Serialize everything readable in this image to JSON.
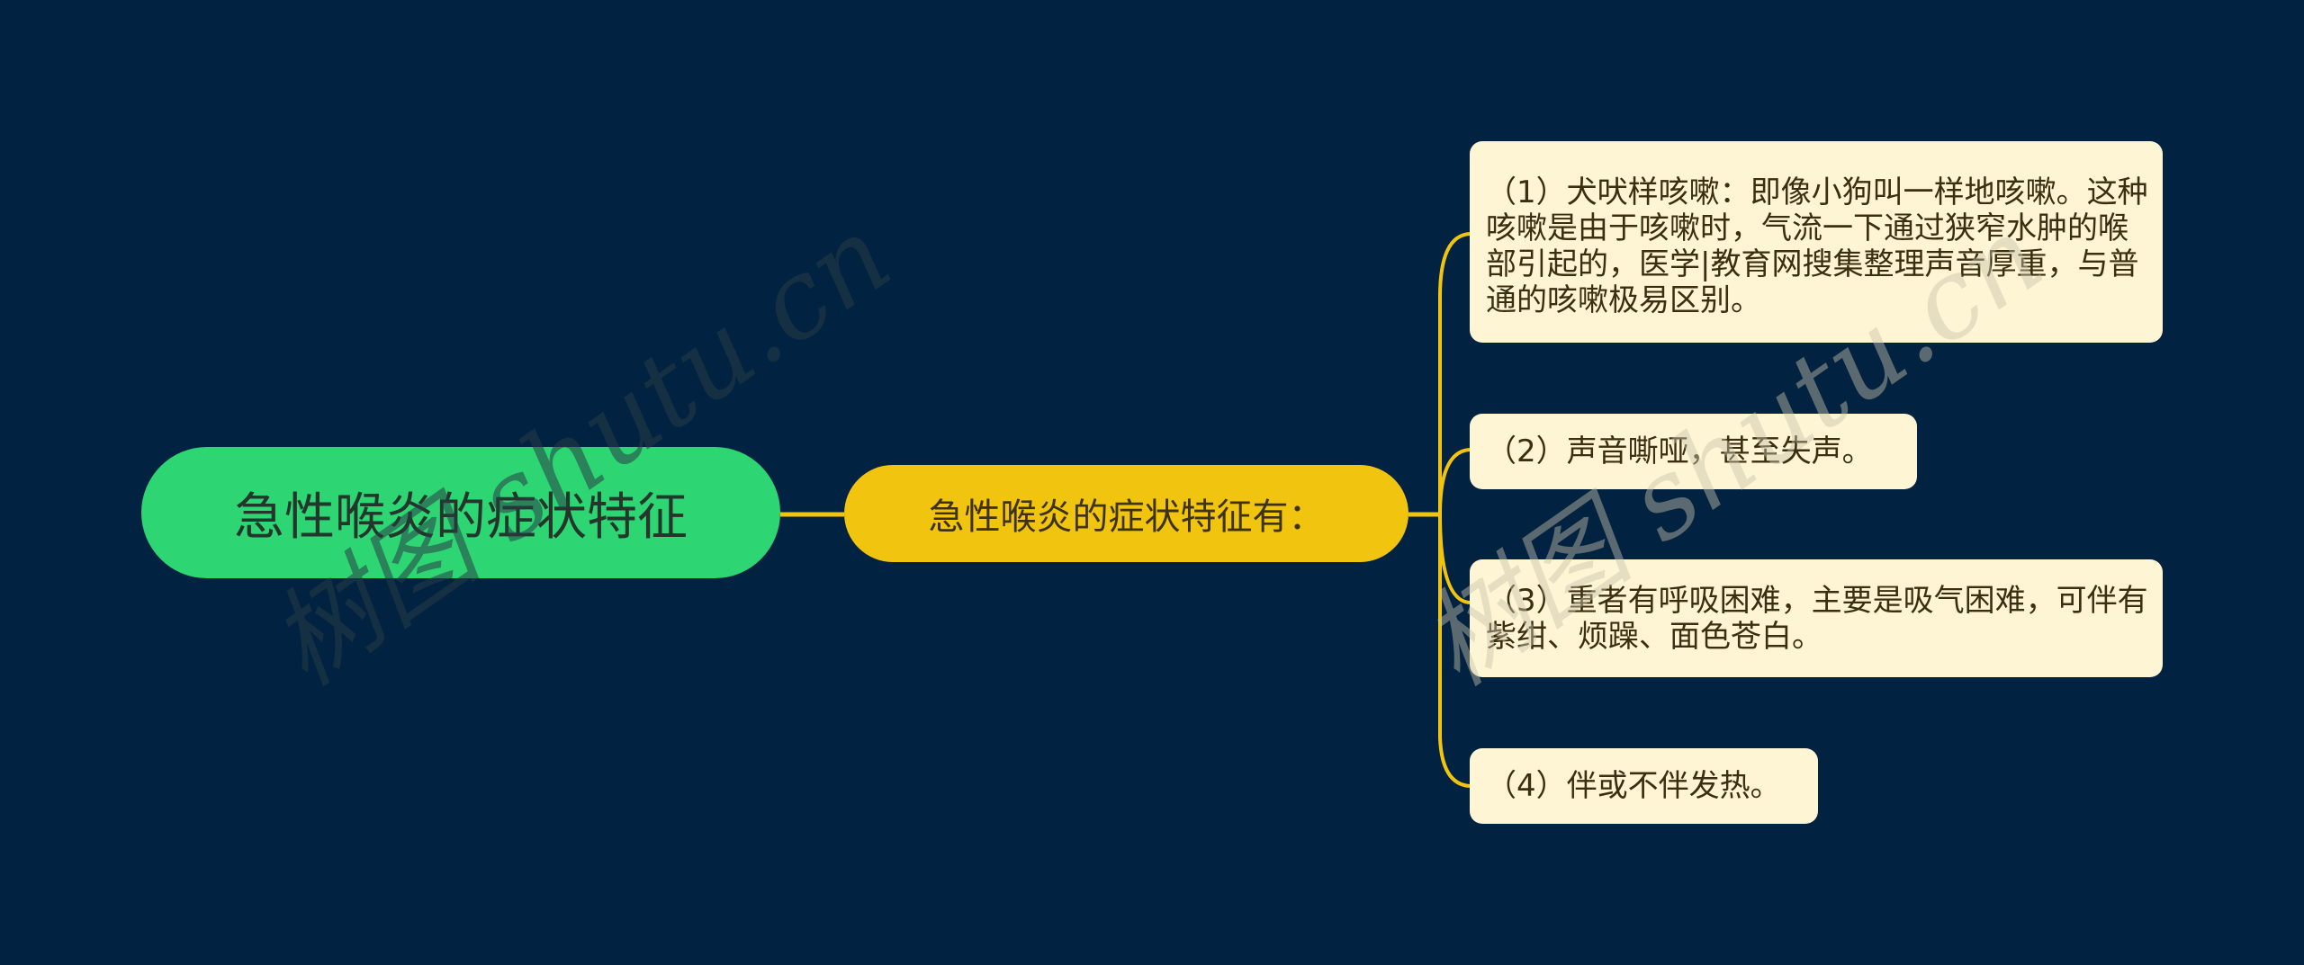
{
  "colors": {
    "background": "#012240",
    "root_fill": "#2ED573",
    "mid_fill": "#F1C40F",
    "leaf_fill": "#FDF5D3",
    "connector": "#F1C40F"
  },
  "mindmap": {
    "root": {
      "label": "急性喉炎的症状特征"
    },
    "mid": {
      "label": "急性喉炎的症状特征有："
    },
    "leaves": [
      {
        "label": "（1）犬吠样咳嗽：即像小狗叫一样地咳嗽。这种咳嗽是由于咳嗽时，气流一下通过狭窄水肿的喉部引起的，医学|教育网搜集整理声音厚重，与普通的咳嗽极易区别。"
      },
      {
        "label": "（2）声音嘶哑，甚至失声。"
      },
      {
        "label": "（3）重者有呼吸困难，主要是吸气困难，可伴有紫绀、烦躁、面色苍白。"
      },
      {
        "label": "（4）伴或不伴发热。"
      }
    ]
  },
  "watermark": {
    "text": "树图 shutu.cn"
  }
}
